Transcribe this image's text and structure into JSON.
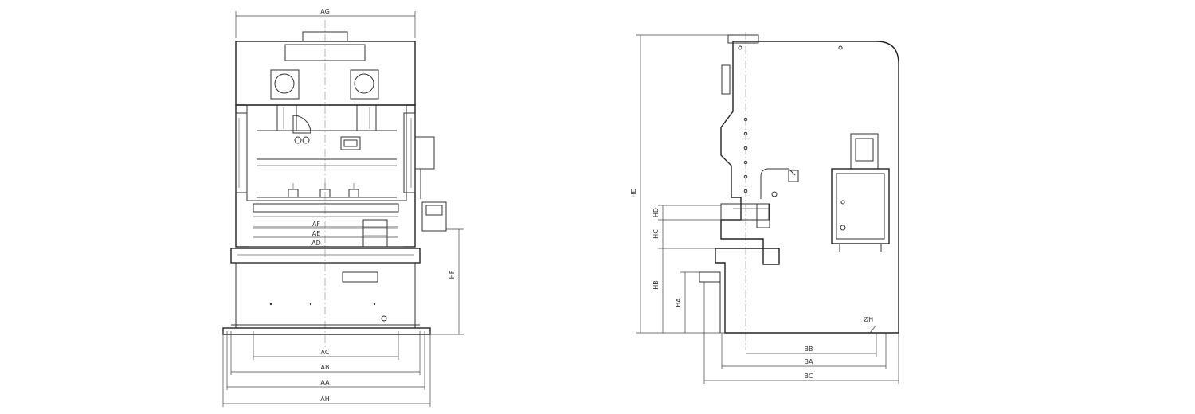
{
  "front_view": {
    "dimensions": {
      "ag": "AG",
      "af": "AF",
      "ae": "AE",
      "ad": "AD",
      "hf": "HF",
      "ac": "AC",
      "ab": "AB",
      "aa": "AA",
      "ah": "AH"
    }
  },
  "side_view": {
    "dimensions": {
      "he": "HE",
      "hd": "HD",
      "hc": "HC",
      "hb": "HB",
      "ha": "HA",
      "bb": "BB",
      "ba": "BA",
      "bc": "BC",
      "hole": "ØH"
    }
  }
}
